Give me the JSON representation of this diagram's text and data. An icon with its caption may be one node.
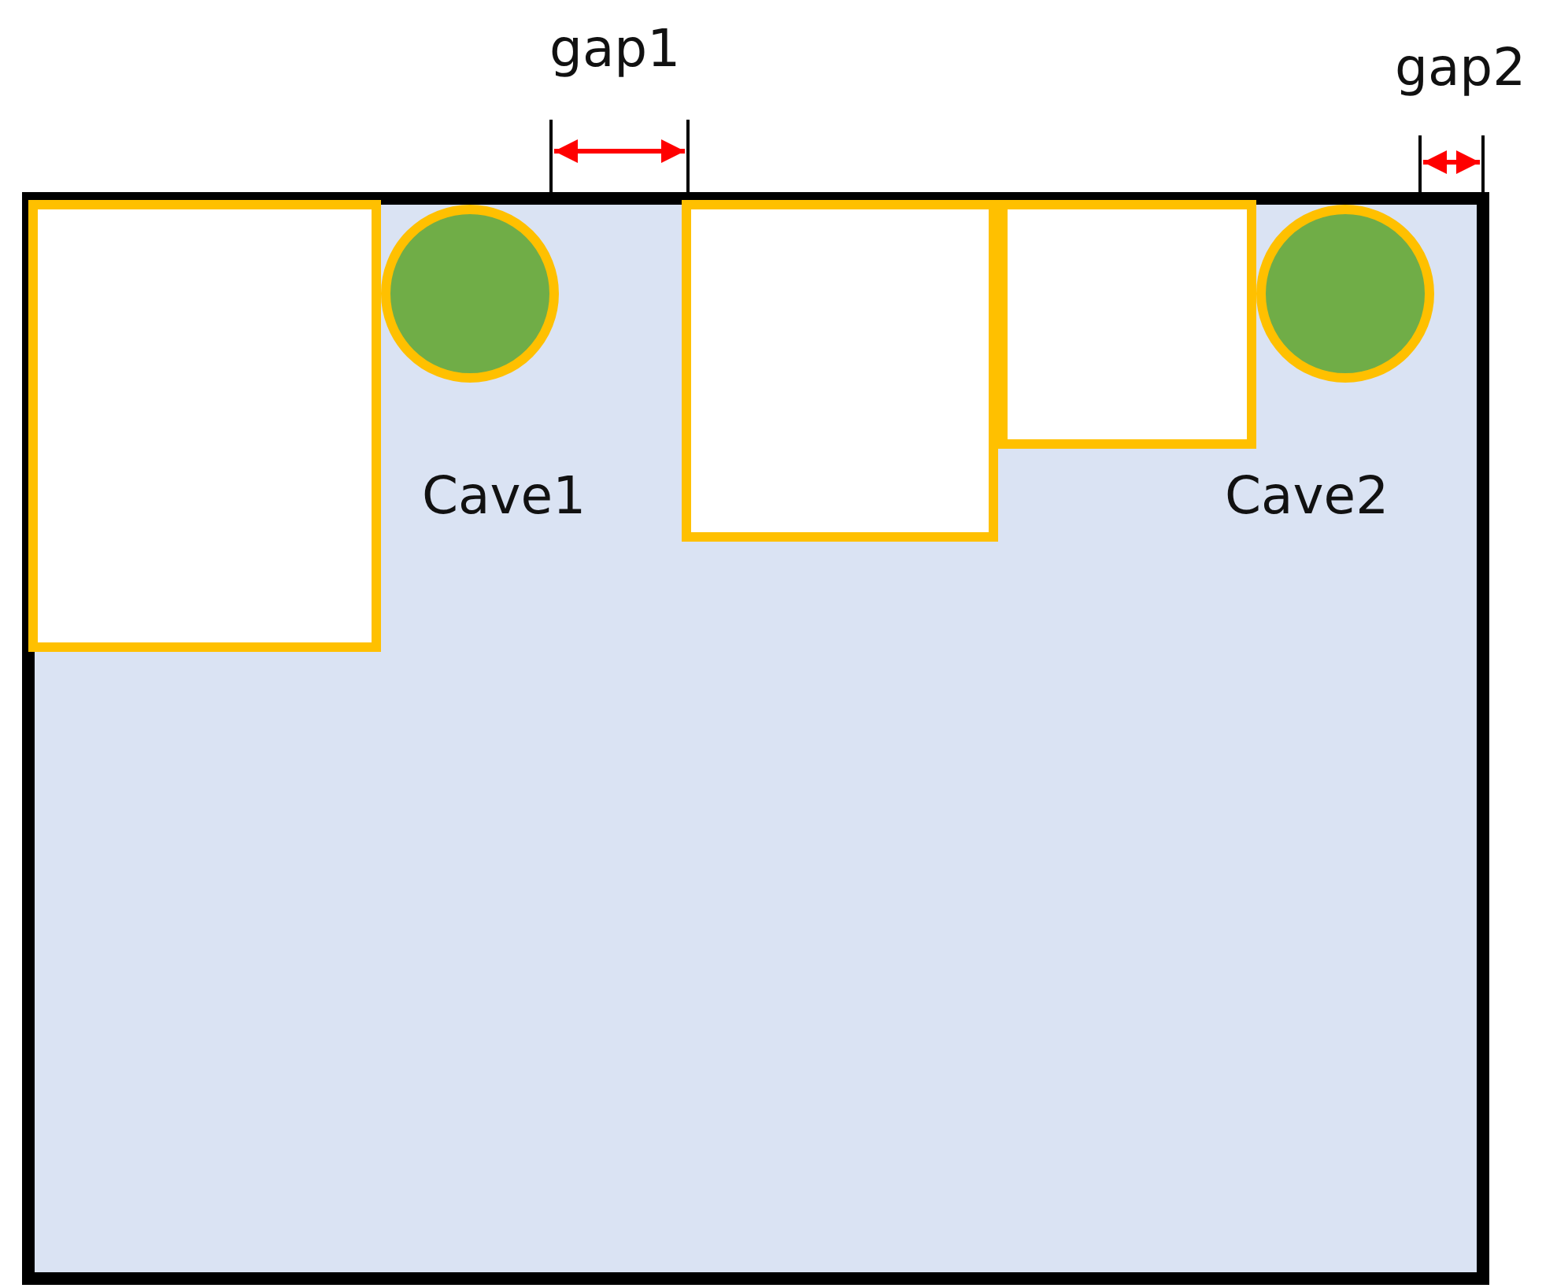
{
  "diagram": {
    "nodes": [
      {
        "text": [],
        "shape": "box"
      },
      {
        "text": [],
        "shape": "box",
        "in": 0
      },
      {
        "text": [],
        "shape": "circle",
        "in": 0
      },
      {
        "text": [],
        "shape": "box",
        "in": 0
      },
      {
        "text": [],
        "shape": "box",
        "in": 0
      },
      {
        "text": [],
        "shape": "circle",
        "in": 0
      }
    ],
    "edges": [],
    "labels": [
      "gap1",
      "gap2",
      "Cave1",
      "Cave2"
    ]
  }
}
